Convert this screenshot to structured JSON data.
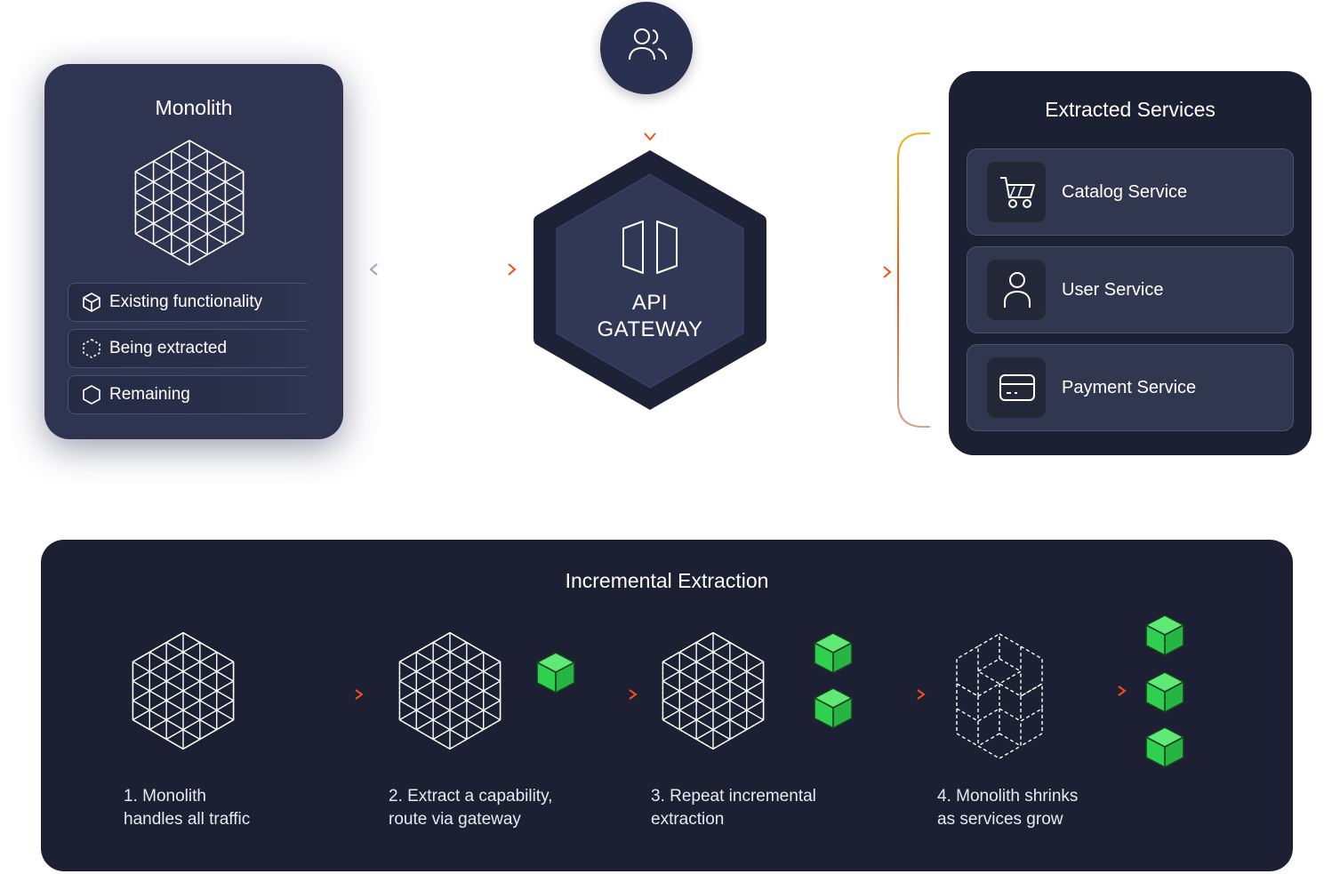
{
  "monolith": {
    "title": "Monolith",
    "legend": [
      {
        "icon": "solid-cube-icon",
        "label": "Existing functionality"
      },
      {
        "icon": "dashed-hexagon-icon",
        "label": "Being extracted"
      },
      {
        "icon": "hexagon-outline-icon",
        "label": "Remaining"
      }
    ]
  },
  "gateway": {
    "line1": "API",
    "line2": "GATEWAY"
  },
  "services": {
    "title": "Extracted Services",
    "items": [
      {
        "icon": "cart-icon",
        "label": "Catalog Service"
      },
      {
        "icon": "user-icon",
        "label": "User Service"
      },
      {
        "icon": "credit-card-icon",
        "label": "Payment Service"
      }
    ]
  },
  "incremental": {
    "title": "Incremental Extraction",
    "steps": [
      {
        "line1": "1. Monolith",
        "line2": "handles all traffic"
      },
      {
        "line1": "2. Extract a capability,",
        "line2": "route via gateway"
      },
      {
        "line1": "3. Repeat incremental",
        "line2": "extraction"
      },
      {
        "line1": "4. Monolith shrinks",
        "line2": "as services grow"
      }
    ]
  },
  "colors": {
    "accent_orange": "#f0571b",
    "accent_yellow": "#f5b21d",
    "cube_green": "#3ddc5a",
    "panel_dark": "#1c2033",
    "panel_mid": "#2f3550"
  }
}
